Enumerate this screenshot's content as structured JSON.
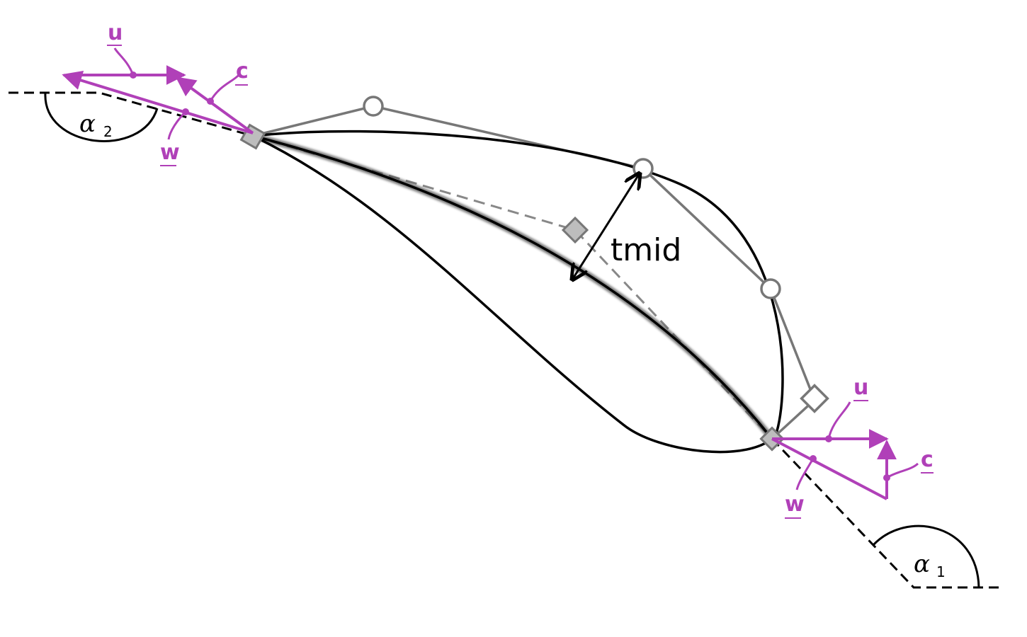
{
  "colors": {
    "profile": "#000000",
    "control": "#777777",
    "vector": "#b040b8",
    "fill_marker": "#bdbdbd"
  },
  "labels": {
    "inlet": {
      "u": "u",
      "c": "c",
      "w": "w"
    },
    "outlet": {
      "u": "u",
      "c": "c",
      "w": "w"
    },
    "thickness": "tmid",
    "alpha1": {
      "symbol": "α",
      "sub": "1"
    },
    "alpha2": {
      "symbol": "α",
      "sub": "2"
    }
  },
  "icons": {
    "control_point": "circle-marker",
    "leading_edge": "square-marker",
    "mid_point": "square-marker"
  }
}
